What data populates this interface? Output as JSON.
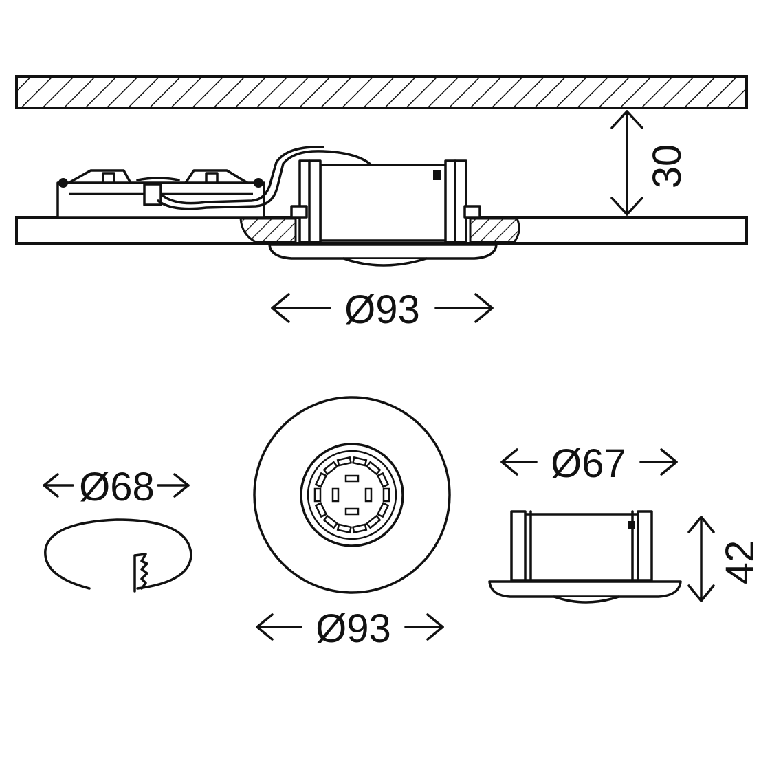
{
  "dimensions": {
    "install_depth": "30",
    "outer_diameter_side": "Ø93",
    "cutout_diameter": "Ø68",
    "outer_diameter_front": "Ø93",
    "housing_diameter": "Ø67",
    "housing_height": "42"
  },
  "colors": {
    "line": "#111111",
    "background": "#ffffff"
  }
}
